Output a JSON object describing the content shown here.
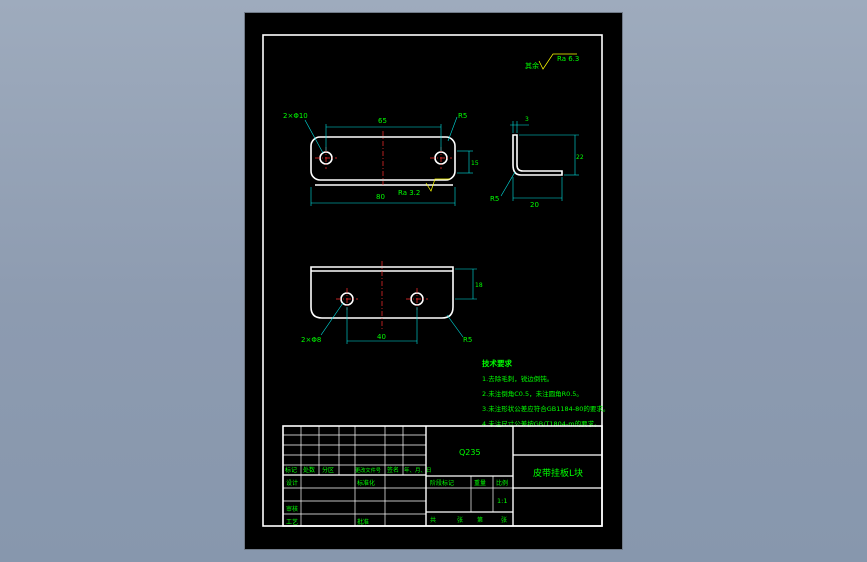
{
  "roughness_general": "Ra 6.3",
  "roughness_prefix": "其余",
  "top_view": {
    "hole_note": "2×Φ10",
    "width_dim": "65",
    "overall_dim": "80",
    "radius_note": "R5",
    "height_dim": "15",
    "roughness": "Ra 3.2"
  },
  "side_view": {
    "thickness_dim": "3",
    "height_dim": "22",
    "width_dim": "20",
    "radius_note": "R5"
  },
  "front_view": {
    "hole_note": "2×Φ8",
    "pitch_dim": "40",
    "height_dim": "18",
    "radius_note": "R5"
  },
  "tech_req": {
    "title": "技术要求",
    "items": [
      "1.去除毛刺，锐边倒钝。",
      "2.未注倒角C0.5，未注圆角R0.5。",
      "3.未注形状公差应符合GB1184-80的要求。",
      "4.未注尺寸公差按GB/T1804-m的要求。"
    ]
  },
  "title_block": {
    "material": "Q235",
    "part_name": "皮带挂板L块",
    "row_labels": [
      "标记",
      "处数",
      "分区",
      "更改文件号",
      "签名",
      "年、月、日"
    ],
    "designer": "设计",
    "standardize": "标准化",
    "review": "审核",
    "process": "工艺",
    "approve": "批准",
    "stage_mark": "阶段标记",
    "weight": "重量",
    "scale": "比例",
    "scale_value": "1:1",
    "sheets_total": "共",
    "sheets_unit": "张",
    "sheet_no": "第",
    "sheet_unit2": "张"
  }
}
